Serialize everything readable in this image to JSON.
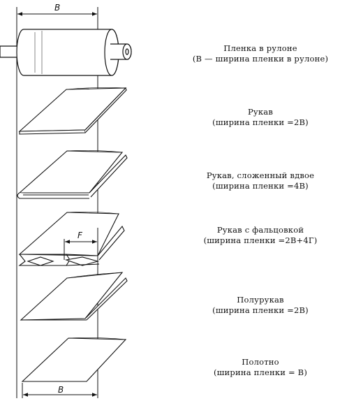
{
  "dimensions": {
    "top_label": "B",
    "bottom_label": "B",
    "fold_label": "F"
  },
  "items": [
    {
      "title": "Пленка в рулоне",
      "subtitle": "(В — ширина пленки в рулоне)"
    },
    {
      "title": "Рукав",
      "subtitle": "(ширина пленки =2В)"
    },
    {
      "title": "Рукав, сложенный вдвое",
      "subtitle": "(ширина пленки =4В)"
    },
    {
      "title": "Рукав с фальцовкой",
      "subtitle": "(ширина пленки =2В+4Г)"
    },
    {
      "title": "Полурукав",
      "subtitle": "(ширина пленки =2В)"
    },
    {
      "title": "Полотно",
      "subtitle": "(ширина пленки = В)"
    }
  ]
}
